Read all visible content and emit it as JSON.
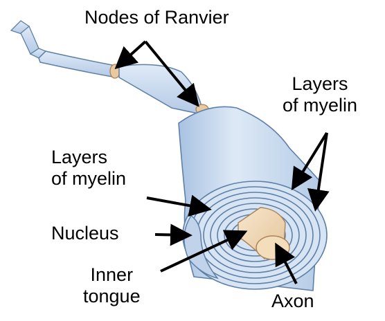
{
  "labels": {
    "nodes_of_ranvier": "Nodes of Ranvier",
    "myelin_right_line1": "Layers",
    "myelin_right_line2": "of myelin",
    "myelin_left_line1": "Layers",
    "myelin_left_line2": "of myelin",
    "nucleus": "Nucleus",
    "inner_tongue_line1": "Inner",
    "inner_tongue_line2": "tongue",
    "axon": "Axon"
  },
  "colors": {
    "myelin_fill": "#c8d9ee",
    "myelin_light": "#dde9f6",
    "outline": "#5e7fa6",
    "node": "#e9c9a0",
    "axon": "#f0d7b3",
    "arrow": "#000000"
  }
}
